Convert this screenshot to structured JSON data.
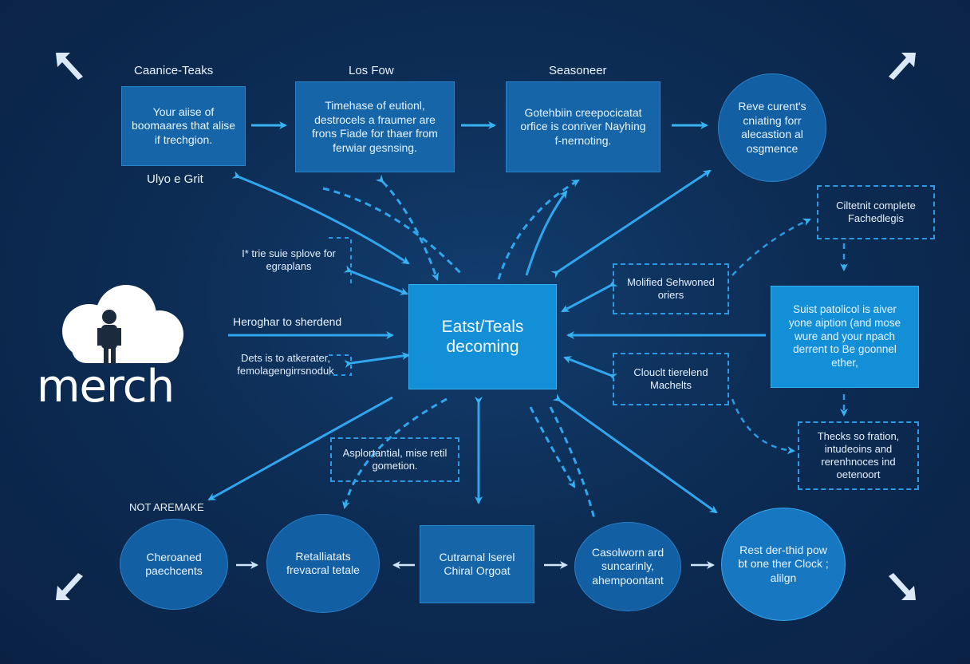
{
  "logo": {
    "text": "merch"
  },
  "headers": {
    "col1": "Caanice-Teaks",
    "col2": "Los Fow",
    "col3": "Seasoneer",
    "under_col1": "Ulyo e Grit",
    "bottom_left": "NOT AREMAKE"
  },
  "top_nodes": [
    {
      "text": "Your aiise of boomaares that alise if trechgion."
    },
    {
      "text": "Timehase of eutionl, destrocels a fraumer are frons Fiade for thaer from ferwiar gesnsing."
    },
    {
      "text": "Gotehbiin creepocicatat orfice is conriver Nayhing f-nernoting."
    },
    {
      "text": "Reve curent's cniating forr alecastion al osgmence"
    }
  ],
  "center": {
    "line1": "Eatst/Teals",
    "line2": "decoming"
  },
  "left_labels": [
    {
      "text": "I* trie suie splove for egraplans"
    },
    {
      "text": "Heroghar to sherdend"
    },
    {
      "text": "Dets is to atkerater, femolagengirrsnoduk"
    }
  ],
  "right_nodes": [
    {
      "text": "Ciltetnit complete Fachedlegis"
    },
    {
      "text": "Molified Sehwoned oriers"
    },
    {
      "text": "Suist patolicol is aiver yone aiption (and mose wure and your npach derrent to Be goonnel ether,"
    },
    {
      "text": "Clouclt tierelend Machelts"
    },
    {
      "text": "Thecks so fration, intudeoins and rerenhnoces ind oetenoort"
    }
  ],
  "mid_bottom_label": {
    "text": "Asplortantial, mise retil gometion."
  },
  "bottom_nodes": [
    {
      "text": "Cheroaned paechcents"
    },
    {
      "text": "Retalliatats frevacral tetale"
    },
    {
      "text": "Cutrarnal lserel Chiral Orgoat"
    },
    {
      "text": "Casolworn ard suncarinly, ahempoontant"
    },
    {
      "text": "Rest der-thid pow bt one ther Clock ; alilgn"
    }
  ],
  "colors": {
    "background": "#0d2d55",
    "accent": "#2fa6ee",
    "box": "#1565a8",
    "box_bright": "#138fd8",
    "text": "#e8f4ff"
  },
  "icons": [
    "arrow-icon",
    "cloud-person-icon",
    "corner-arrow-icon"
  ]
}
